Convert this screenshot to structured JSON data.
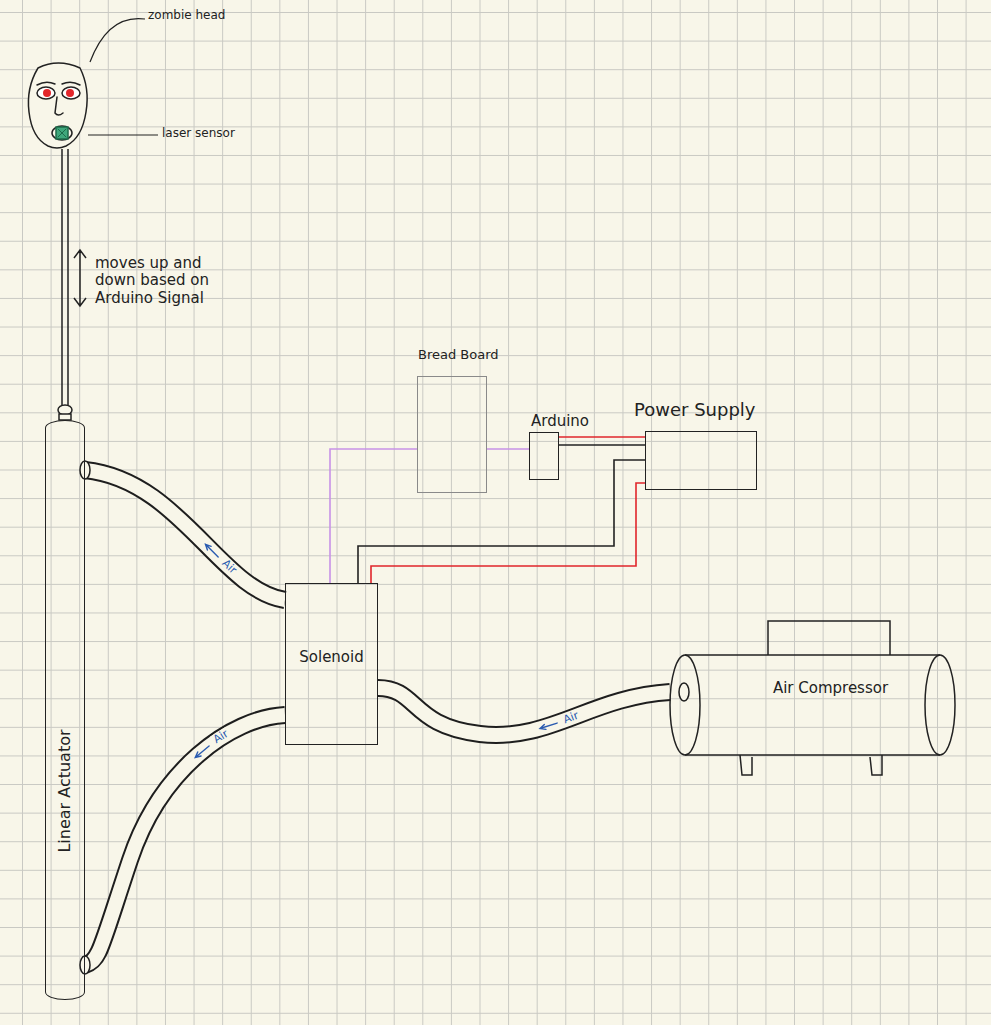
{
  "diagram": {
    "nodes": [
      {
        "text": [
          "Bread Board"
        ]
      },
      {
        "text": [
          "Arduino"
        ]
      },
      {
        "text": [
          "Power Supply"
        ]
      },
      {
        "text": [
          "Linear Actuator"
        ]
      },
      {
        "text": [
          "Solenoid"
        ]
      },
      {
        "text": [
          "Air Compressor"
        ]
      }
    ],
    "edges": [
      {
        "from": 4,
        "to": 3,
        "arrow": "to",
        "label": "Air"
      },
      {
        "from": 4,
        "to": 3,
        "arrow": "to",
        "label": "Air"
      },
      {
        "from": 5,
        "to": 4,
        "arrow": "to",
        "label": "Air"
      },
      {
        "from": 0,
        "to": 4,
        "arrow": "none"
      },
      {
        "from": 1,
        "to": 0,
        "arrow": "none"
      },
      {
        "from": 2,
        "to": 1,
        "arrow": "none"
      },
      {
        "from": 2,
        "to": 1,
        "arrow": "none"
      },
      {
        "from": 2,
        "to": 4,
        "arrow": "none"
      },
      {
        "from": 2,
        "to": 4,
        "arrow": "none"
      }
    ],
    "labels": [
      "zombie head",
      "laser sensor",
      "moves up and down based on Arduino Signal"
    ]
  }
}
